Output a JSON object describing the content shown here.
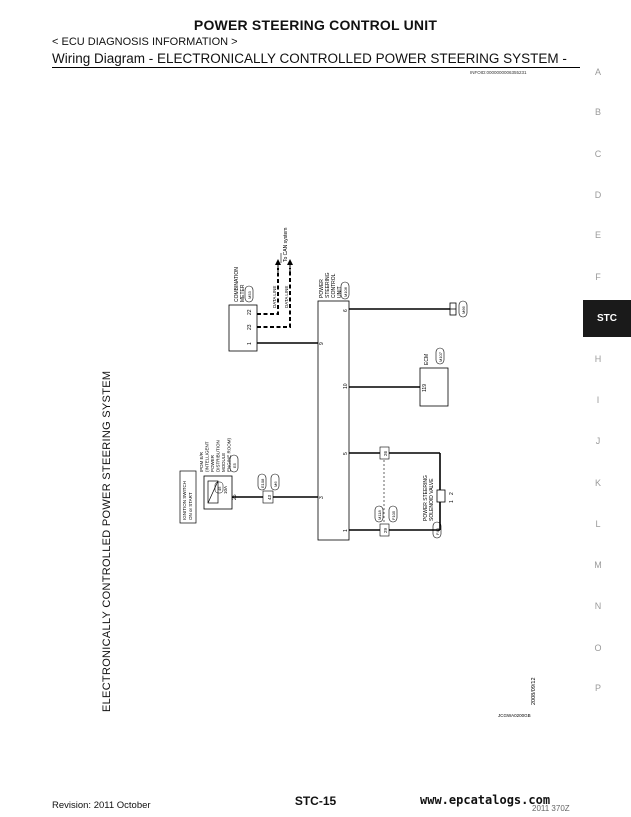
{
  "header": {
    "title": "POWER STEERING CONTROL UNIT",
    "section": "< ECU DIAGNOSIS INFORMATION >",
    "subtitle": "Wiring Diagram - ELECTRONICALLY CONTROLLED POWER STEERING SYSTEM -",
    "info_code": "INFOID:0000000006355231"
  },
  "side_tabs": [
    "A",
    "B",
    "C",
    "D",
    "E",
    "F",
    "STC",
    "H",
    "I",
    "J",
    "K",
    "L",
    "M",
    "N",
    "O",
    "P"
  ],
  "active_tab": "STC",
  "diagram": {
    "vertical_title": "ELECTRONICALLY CONTROLLED POWER STEERING SYSTEM",
    "date_code": "2008/09/12",
    "figure_code": "JCGWA0200GB",
    "components": {
      "combination_meter": {
        "label1": "COMBINATION",
        "label2": "METER",
        "connector": "M53",
        "pins": [
          "22",
          "23",
          "1"
        ]
      },
      "data_line_1": "DATA LINE",
      "data_line_2": "DATA LINE",
      "can_system": "To CAN system",
      "ps_control_unit": {
        "label1": "POWER",
        "label2": "STEERING",
        "label3": "CONTROL",
        "label4": "UNIT",
        "connector": "M106",
        "pins": [
          "6",
          "9",
          "10",
          "5",
          "3",
          "1"
        ]
      },
      "ground_connector": "M66",
      "ecm": {
        "label": "ECM",
        "connector": "M107",
        "pin": "119"
      },
      "ipdm": {
        "label1": "IPDM E/R",
        "label2": "(INTELLIGENT",
        "label3": "POWER",
        "label4": "DISTRIBUTION",
        "label5": "MODULE",
        "label6": "ENGINE ROOM)",
        "connector": "E5",
        "fuse": "10A",
        "fuse_no": "45",
        "pin": "25"
      },
      "ignition_switch": {
        "label1": "IGNITION SWITCH",
        "label2": "ON or START"
      },
      "joint_connectors": [
        "E108",
        "M6"
      ],
      "joint_pin": "43",
      "solenoid": {
        "label1": "POWER STEERING",
        "label2": "SOLENOID VALVE",
        "connector": "F40",
        "pins": [
          "2",
          "1"
        ]
      },
      "harness_connectors": [
        "M118",
        "F105"
      ],
      "harness_pins": [
        "26",
        "29"
      ]
    }
  },
  "footer": {
    "revision": "Revision: 2011 October",
    "page": "STC-15",
    "site": "www.epcatalogs.com",
    "model": "2011 370Z"
  }
}
